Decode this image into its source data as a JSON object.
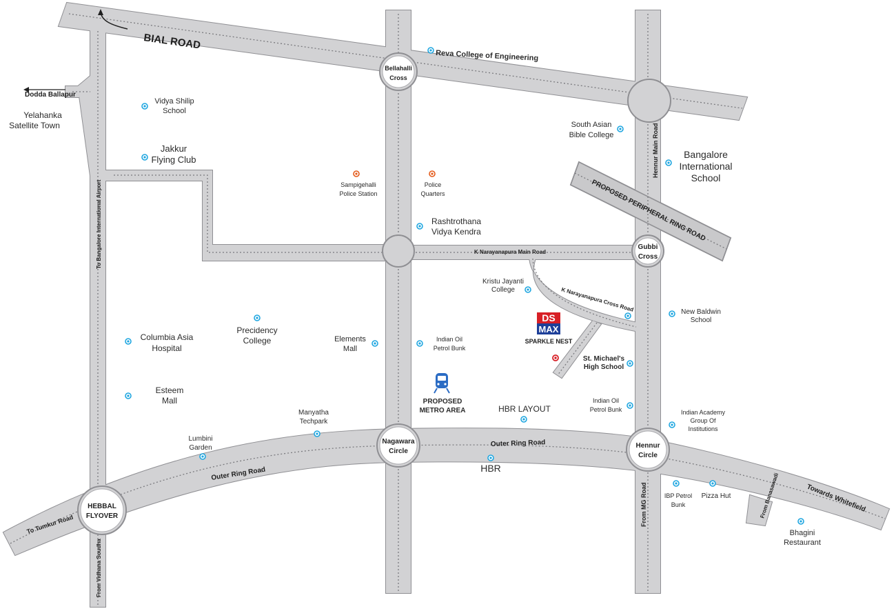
{
  "roads": {
    "bial_road": "BIAL ROAD",
    "dodda_ballapur": "Dodda Ballapur",
    "to_airport": "To Bangalore International Airport",
    "hennur_main_road": "Hennur Main Road",
    "proposed_ring_road": "PROPOSED PERIPHERAL RING ROAD",
    "k_narayanapura_main_road": "K Narayanapura Main Road",
    "k_narayanapura_cross_road": "K Narayanapura Cross Road",
    "outer_ring_road_left": "Outer Ring Road",
    "outer_ring_road_center": "Outer Ring Road",
    "to_tumkur_road": "To Tumkur Road",
    "from_vidhana_soudha": "From Vidhana Soudha",
    "from_mg_road": "From MG Road",
    "towards_whitefield": "Towards Whitefield",
    "from_banasawadi": "From Banasawadi"
  },
  "circles": {
    "bellahalli": [
      "Bellahalli",
      "Cross"
    ],
    "gubbi": [
      "Gubbi",
      "Cross"
    ],
    "nagawara": [
      "Nagawara",
      "Circle"
    ],
    "hennur": [
      "Hennur",
      "Circle"
    ],
    "hebbal": [
      "HEBBAL",
      "FLYOVER"
    ]
  },
  "places": {
    "yelahanka": [
      "Yelahanka",
      "Satellite Town"
    ],
    "reva": [
      "Reva College of Engineering"
    ],
    "vidya_shilip": [
      "Vidya Shilip",
      "School"
    ],
    "jakkur": [
      "Jakkur",
      "Flying Club"
    ],
    "south_asian": [
      "South Asian",
      "Bible College"
    ],
    "bangalore_intl": [
      "Bangalore",
      "International",
      "School"
    ],
    "sampigehalli": [
      "Sampigehalli",
      "Police Station"
    ],
    "police_quarters": [
      "Police",
      "Quarters"
    ],
    "rashtrothana": [
      "Rashtrothana",
      "Vidya Kendra"
    ],
    "kristu_jayanti": [
      "Kristu Jayanti",
      "College"
    ],
    "new_baldwin": [
      "New Baldwin",
      "School"
    ],
    "columbia_asia": [
      "Columbia Asia",
      "Hospital"
    ],
    "precidency": [
      "Precidency",
      "College"
    ],
    "elements_mall": [
      "Elements",
      "Mall"
    ],
    "indian_oil_1": [
      "Indian Oil",
      "Petrol Bunk"
    ],
    "st_michaels": [
      "St. Michael's",
      "High School"
    ],
    "esteem_mall": [
      "Esteem",
      "Mall"
    ],
    "metro": [
      "PROPOSED",
      "METRO AREA"
    ],
    "hbr_layout": [
      "HBR LAYOUT"
    ],
    "indian_oil_2": [
      "Indian Oil",
      "Petrol Bunk"
    ],
    "indian_academy": [
      "Indian Academy",
      "Group Of",
      "Institutions"
    ],
    "manyatha": [
      "Manyatha",
      "Techpark"
    ],
    "lumbini": [
      "Lumbini",
      "Garden"
    ],
    "hbr": [
      "HBR"
    ],
    "ibp_petrol": [
      "IBP Petrol",
      "Bunk"
    ],
    "pizza_hut": [
      "Pizza Hut"
    ],
    "bhagini": [
      "Bhagini",
      "Restaurant"
    ]
  },
  "project": {
    "logo_top": "DS",
    "logo_bottom": "MAX",
    "name": "SPARKLE NEST"
  },
  "colors": {
    "road": "#d2d2d4",
    "road_stroke": "#8f8f93",
    "dash": "#7a7a7e",
    "blue_marker": "#1ea6e0",
    "orange_marker": "#e45b1b",
    "red_marker": "#d81f26",
    "metro": "#2b6cc4",
    "logo_red": "#d81f26",
    "logo_blue": "#1d3f99",
    "dark_band": "#c9c9cb"
  }
}
